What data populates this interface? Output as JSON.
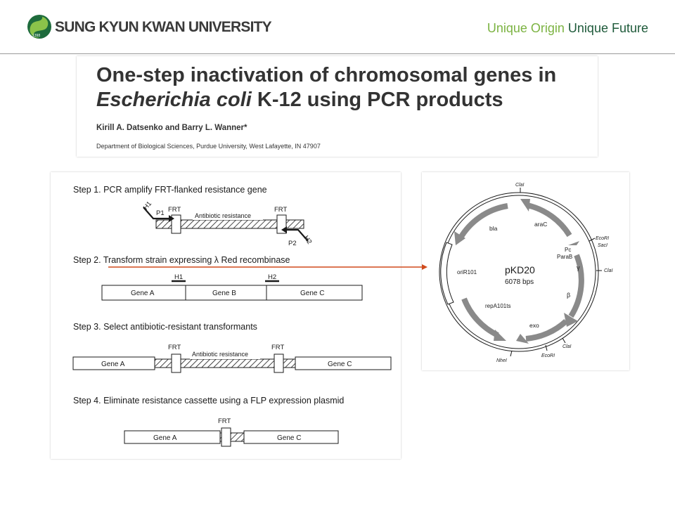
{
  "header": {
    "logo_text": "SUNG KYUN KWAN UNIVERSITY",
    "logo_year": "1398",
    "slogan_part1": "Unique Origin",
    "slogan_part2": "Unique Future"
  },
  "paper": {
    "title_line1": "One-step inactivation of chromosomal genes in",
    "title_line2_italic": "Escherichia coli",
    "title_line2_rest": " K-12 using PCR products",
    "authors": "Kirill A. Datsenko and Barry L. Wanner*",
    "affiliation": "Department of Biological Sciences, Purdue University, West Lafayette, IN 47907"
  },
  "figure": {
    "step1": "Step 1. PCR amplify FRT-flanked resistance gene",
    "step2": "Step 2. Transform strain expressing λ Red recombinase",
    "step3": "Step 3. Select antibiotic-resistant transformants",
    "step4": "Step 4. Eliminate resistance cassette using a FLP expression plasmid",
    "frt": "FRT",
    "antibiotic_resistance": "Antibiotic resistance",
    "h1": "H1",
    "h2": "H2",
    "p1": "P1",
    "p2": "P2",
    "gene_a": "Gene A",
    "gene_b": "Gene B",
    "gene_c": "Gene C"
  },
  "plasmid": {
    "name": "pKD20",
    "size": "6078 bps",
    "features": {
      "cla1_top": "ClaI",
      "arac": "araC",
      "bla": "bla",
      "ecori_top": "EcoRI",
      "saci": "SacI",
      "pc": "Pc",
      "parab": "ParaB",
      "gamma": "γ",
      "cla1_right": "ClaI",
      "beta": "β",
      "orir101": "oriR101",
      "repa101ts": "repA101ts",
      "exo": "exo",
      "cla1_bottom": "ClaI",
      "ecori_bottom": "EcoRI",
      "nhei": "NheI"
    }
  },
  "colors": {
    "slogan_green": "#7cb342",
    "slogan_dark": "#1e5a3a",
    "arrow_red": "#d04a1c",
    "feature_gray": "#8a8a8a"
  }
}
